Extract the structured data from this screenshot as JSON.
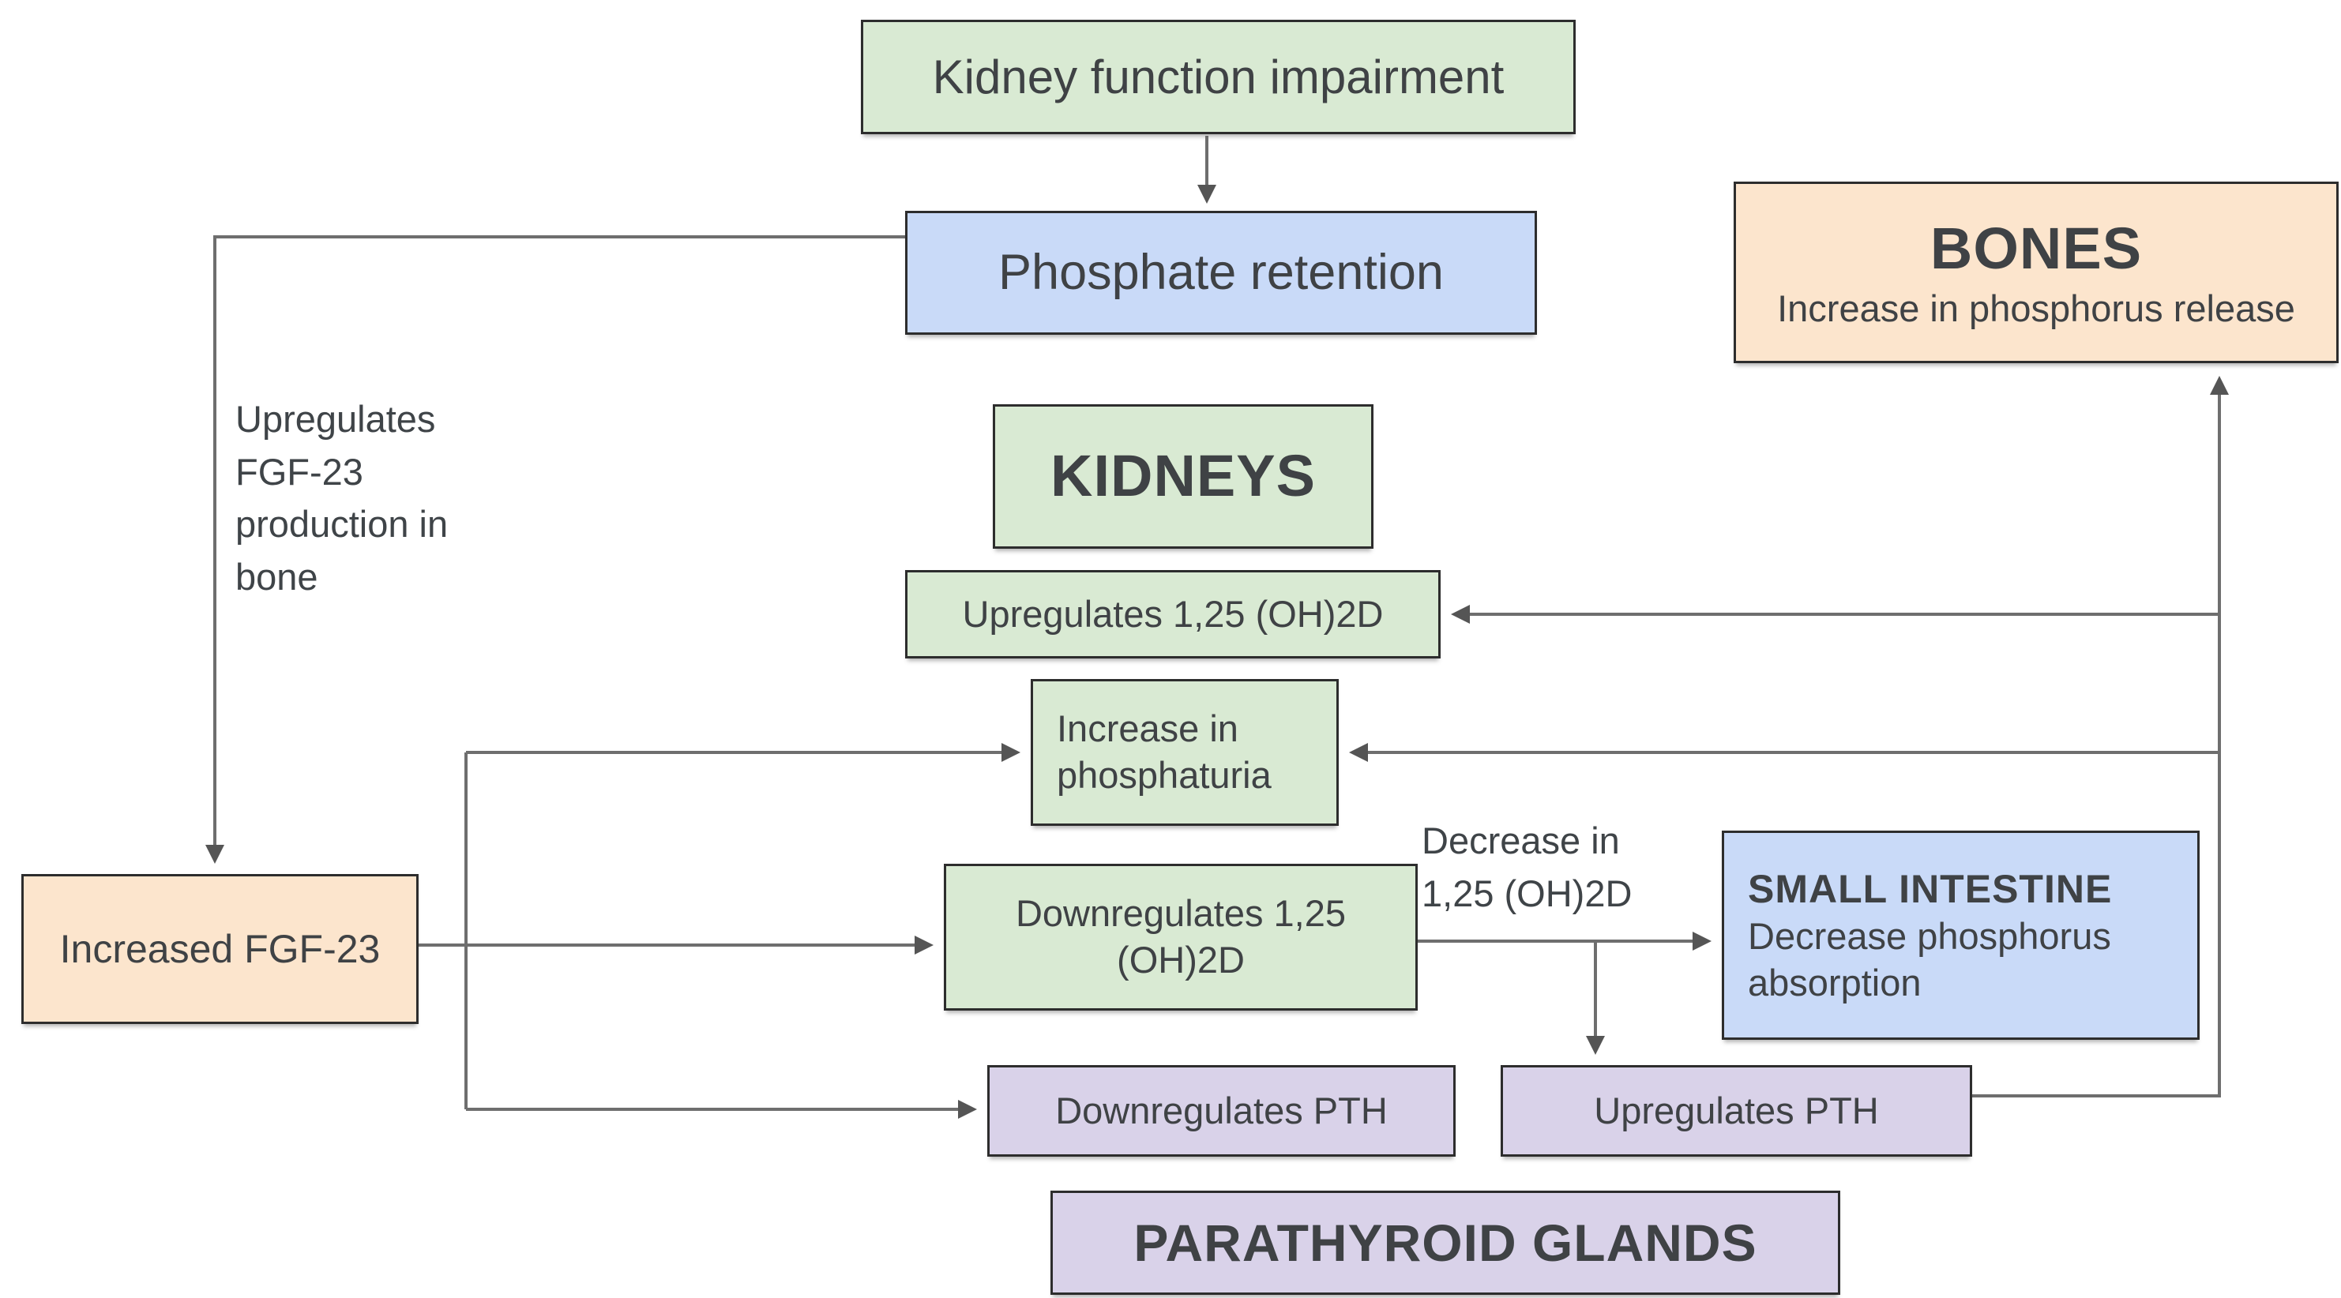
{
  "diagram": {
    "nodes": {
      "kidney_impairment": {
        "label": "Kidney function impairment",
        "color": "#d9ead3"
      },
      "phosphate_retention": {
        "label": "Phosphate retention",
        "color": "#c9daf8"
      },
      "bones": {
        "title": "BONES",
        "subtitle": "Increase in phosphorus release",
        "color": "#fce5cd"
      },
      "kidneys": {
        "label": "KIDNEYS",
        "color": "#d9ead3"
      },
      "upregulates_125": {
        "label": "Upregulates 1,25 (OH)2D",
        "color": "#d9ead3"
      },
      "increase_phosphaturia": {
        "label": "Increase in phosphaturia",
        "color": "#d9ead3"
      },
      "downregulates_125": {
        "label": "Downregulates 1,25 (OH)2D",
        "color": "#d9ead3"
      },
      "small_intestine": {
        "title": "SMALL INTESTINE",
        "subtitle": "Decrease phosphorus absorption",
        "color": "#c9daf8"
      },
      "downregulates_pth": {
        "label": "Downregulates PTH",
        "color": "#d9d2e9"
      },
      "upregulates_pth": {
        "label": "Upregulates PTH",
        "color": "#d9d2e9"
      },
      "parathyroid_glands": {
        "label": "PARATHYROID GLANDS",
        "color": "#d9d2e9"
      },
      "increased_fgf23": {
        "label": "Increased FGF-23",
        "color": "#fce5cd"
      }
    },
    "edge_labels": {
      "upregulates_fgf23": "Upregulates FGF-23 production in bone",
      "decrease_125": "Decrease in 1,25 (OH)2D"
    },
    "colors": {
      "green_box": "#d9ead3",
      "blue_box": "#c9daf8",
      "peach_box": "#fce5cd",
      "purple_box": "#d9d2e9",
      "border": "#2d2d2d",
      "connector": "#6e6e6e",
      "text": "#3f4245"
    }
  }
}
